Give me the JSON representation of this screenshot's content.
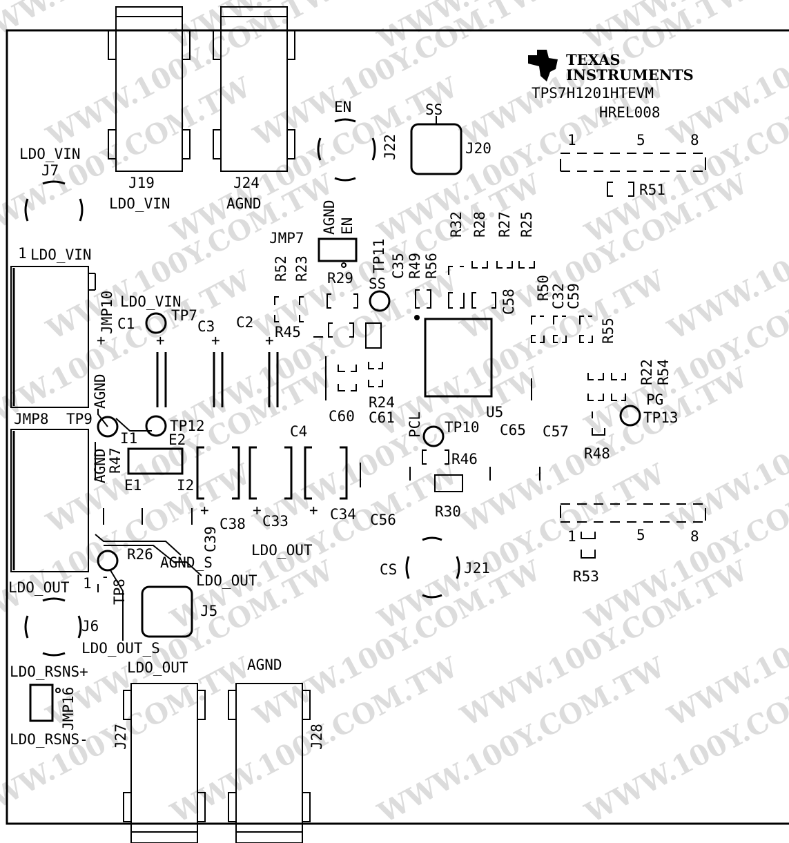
{
  "brand": {
    "company_line1": "TEXAS",
    "company_line2": "INSTRUMENTS",
    "board_name": "TPS7H1201HTEVM",
    "revision": "HREL008",
    "logo_icon": "ti-logo-icon"
  },
  "watermark": "WWW.100Y.COM.TW",
  "labels": {
    "J7_net": "LDO_VIN",
    "J7": "J7",
    "J19": "J19",
    "J19_net": "LDO_VIN",
    "J24": "J24",
    "J24_net": "AGND",
    "EN": "EN",
    "J22": "J22",
    "SS_top": "SS",
    "J20": "J20",
    "pin1_top": "1",
    "pin5_top": "5",
    "pin8_top": "8",
    "R51": "R51",
    "JMP7": "JMP7",
    "JMP7_agnd": "AGND",
    "JMP7_en": "EN",
    "R52": "R52",
    "R23": "R23",
    "R29": "R29",
    "TP11": "TP11",
    "TP11_ss": "SS",
    "C35": "C35",
    "R49": "R49",
    "R56": "R56",
    "R32": "R32",
    "R28": "R28",
    "R27": "R27",
    "R25": "R25",
    "C58": "C58",
    "R50": "R50",
    "C32": "C32",
    "C59": "C59",
    "R55": "R55",
    "R45": "R45",
    "jmp10_pin1": "1",
    "JMP10_net": "LDO_VIN",
    "JMP10": "JMP10",
    "TP7_net": "LDO_VIN",
    "TP7": "TP7",
    "C1": "C1",
    "C3": "C3",
    "C2": "C2",
    "plus": "+",
    "JMP10_agnd": "AGND",
    "R22": "R22",
    "R54": "R54",
    "PG": "PG",
    "TP13": "TP13",
    "JMP8": "JMP8",
    "TP9": "TP9",
    "TP12": "TP12",
    "I1": "I1",
    "E2": "E2",
    "R47": "R47",
    "JMP8_agnd": "AGND",
    "E1": "E1",
    "I2": "I2",
    "C60": "C60",
    "C61": "C61",
    "R24": "R24",
    "U5": "U5",
    "PCL": "PCL",
    "TP10": "TP10",
    "C65": "C65",
    "C57": "C57",
    "R48": "R48",
    "C4": "C4",
    "R46": "R46",
    "R30": "R30",
    "C39": "C39",
    "C38": "C38",
    "C33": "C33",
    "C34": "C34",
    "C56": "C56",
    "LDO_OUT_mid": "LDO_OUT",
    "pin1_bot": "1",
    "pin5_bot": "5",
    "pin8_bot": "8",
    "R53": "R53",
    "R26": "R26",
    "AGND_S": "AGND_S",
    "LDO_OUT_sense": "LDO_OUT",
    "TP8": "TP8",
    "J5": "J5",
    "CS": "CS",
    "J21": "J21",
    "J6_net": "LDO_OUT",
    "J6_pin1": "1",
    "J6": "J6",
    "LDO_OUT_S": "LDO_OUT_S",
    "LDO_RSNS_plus": "LDO_RSNS+",
    "JMP16": "JMP16",
    "LDO_RSNS_minus": "LDO_RSNS-",
    "J27_net": "LDO_OUT",
    "J27": "J27",
    "J28_net": "AGND",
    "J28": "J28",
    "minus": "-"
  }
}
